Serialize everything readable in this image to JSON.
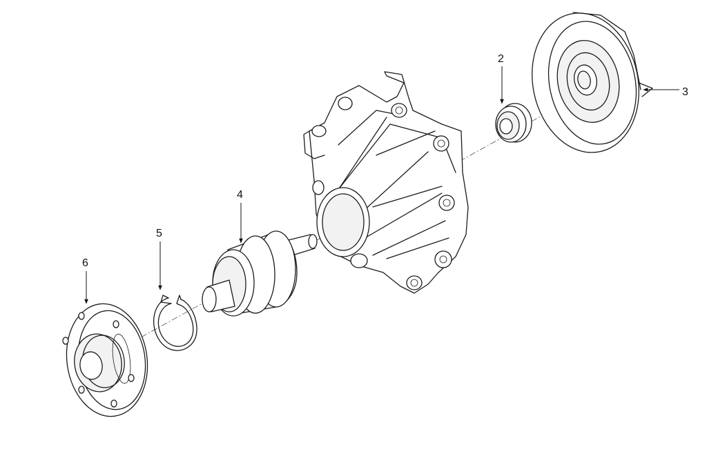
{
  "callouts": [
    {
      "id": "2",
      "label": "2"
    },
    {
      "id": "3",
      "label": "3"
    },
    {
      "id": "4",
      "label": "4"
    },
    {
      "id": "5",
      "label": "5"
    },
    {
      "id": "6",
      "label": "6"
    }
  ],
  "colors": {
    "line": "#1a1a1a",
    "background": "#ffffff"
  }
}
